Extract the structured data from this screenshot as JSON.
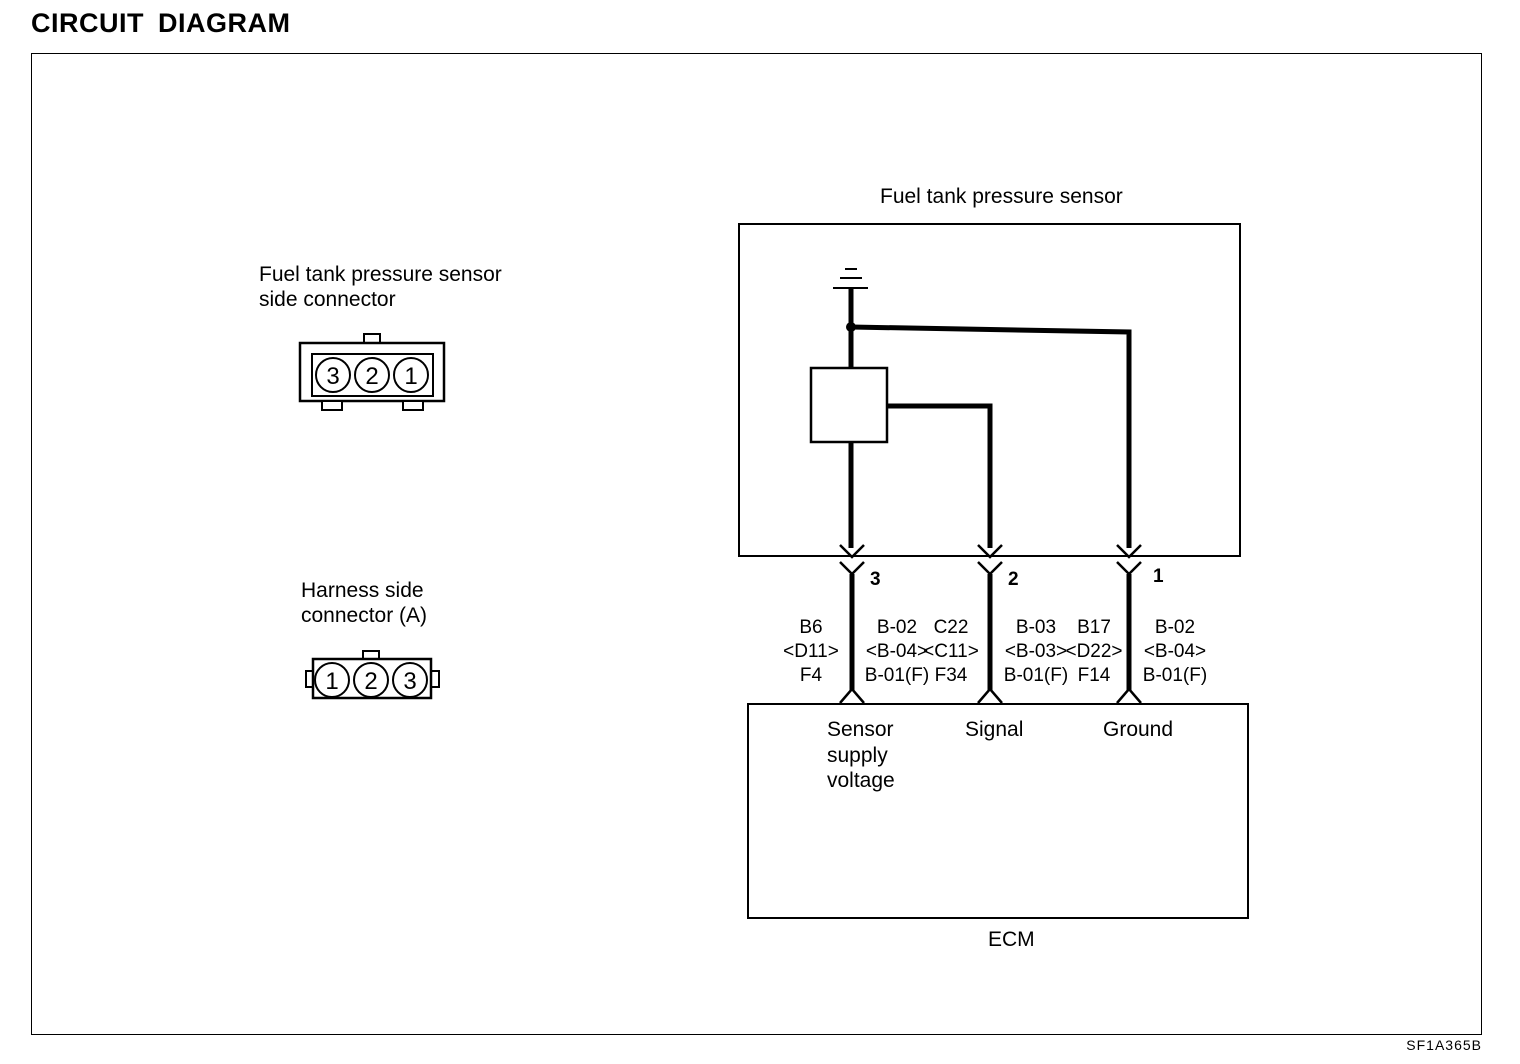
{
  "header": {
    "title": "CIRCUIT DIAGRAM"
  },
  "sensor_connector": {
    "label_line1": "Fuel tank pressure sensor",
    "label_line2": "side connector",
    "pins": [
      "3",
      "2",
      "1"
    ]
  },
  "harness_connector": {
    "label_line1": "Harness side",
    "label_line2": "connector (A)",
    "pins": [
      "1",
      "2",
      "3"
    ]
  },
  "sensor": {
    "label": "Fuel tank pressure sensor"
  },
  "wires": [
    {
      "pin": "3",
      "left": [
        "B6",
        "<D11>",
        "F4"
      ],
      "right": [
        "B-02",
        "<B-04>",
        "B-01(F)"
      ]
    },
    {
      "pin": "2",
      "left": [
        "C22",
        "<C11>",
        "F34"
      ],
      "right": [
        "B-03",
        "<B-03>",
        "B-01(F)"
      ]
    },
    {
      "pin": "1",
      "left": [
        "B17",
        "<D22>",
        "F14"
      ],
      "right": [
        "B-02",
        "<B-04>",
        "B-01(F)"
      ]
    }
  ],
  "ecm": {
    "label": "ECM",
    "inputs": {
      "supply_line1": "Sensor",
      "supply_line2": "supply",
      "supply_line3": "voltage",
      "signal": "Signal",
      "ground": "Ground"
    }
  },
  "figure_ref": "SF1A365B"
}
